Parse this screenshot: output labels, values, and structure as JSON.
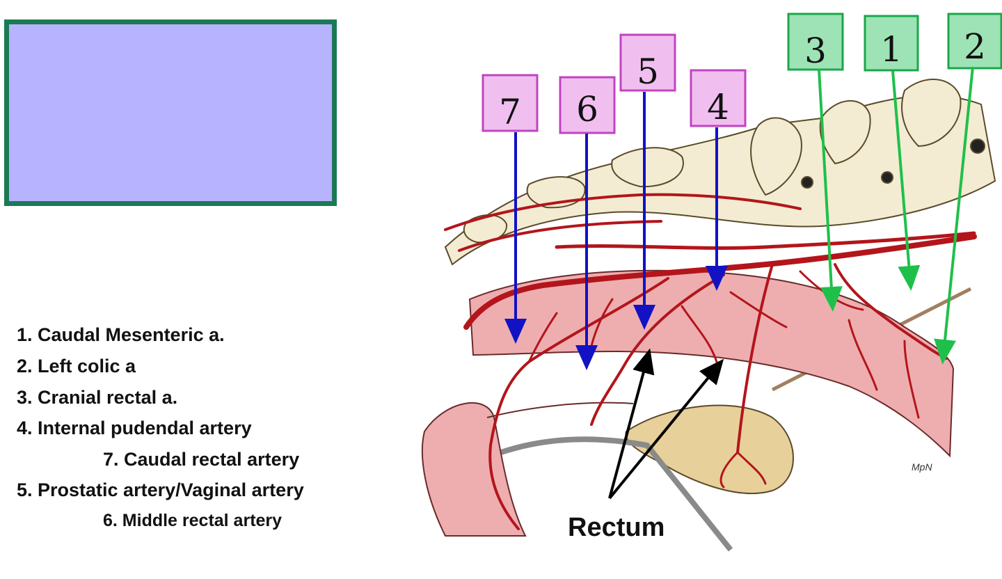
{
  "answer_box": {
    "fill": "#b7b3ff",
    "border": "#1b7a55"
  },
  "legend": [
    {
      "text": "1. Caudal Mesenteric a."
    },
    {
      "text": "2. Left colic a"
    },
    {
      "text": "3. Cranial rectal a."
    },
    {
      "text": "4. Internal pudendal artery"
    },
    {
      "text": "7. Caudal rectal artery"
    },
    {
      "text": "5. Prostatic artery/Vaginal artery"
    },
    {
      "text": "6. Middle rectal artery"
    }
  ],
  "labels": {
    "pink": [
      "7",
      "6",
      "5",
      "4"
    ],
    "green": [
      "3",
      "1",
      "2"
    ]
  },
  "rectum_label": "Rectum",
  "artist_initials": "MpN",
  "colors": {
    "pink_box": "#f0bff0",
    "pink_border": "#c044c0",
    "green_box": "#9de3b5",
    "green_border": "#19a84a",
    "blue_arrow": "#1212c4",
    "green_arrow": "#1fc04a",
    "black_arrow": "#000000",
    "artery": "#b3151b",
    "rectum": "#eeaeb0",
    "bone": "#f3ecd2",
    "bladder": "#e8d09a"
  }
}
